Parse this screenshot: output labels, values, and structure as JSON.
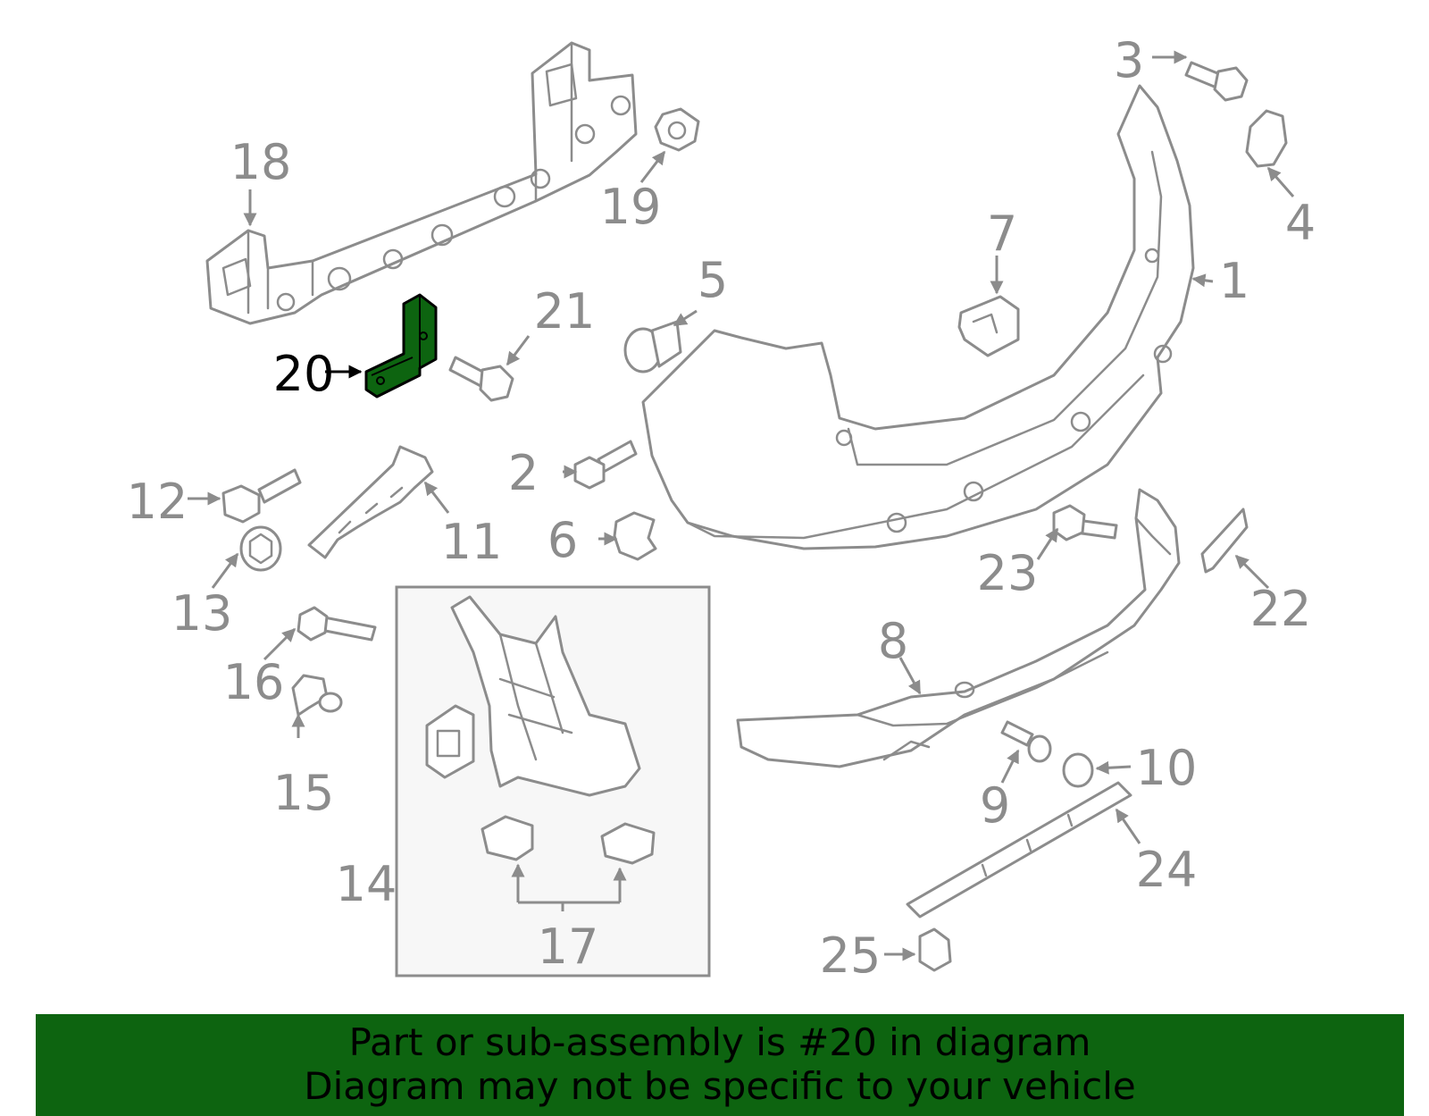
{
  "colors": {
    "highlight": "#0d6410",
    "line": "#8c8c8c",
    "banner": "#0d6410"
  },
  "labels": {
    "p1": "1",
    "p2": "2",
    "p3": "3",
    "p4": "4",
    "p5": "5",
    "p6": "6",
    "p7": "7",
    "p8": "8",
    "p9": "9",
    "p10": "10",
    "p11": "11",
    "p12": "12",
    "p13": "13",
    "p14": "14",
    "p15": "15",
    "p16": "16",
    "p17": "17",
    "p18": "18",
    "p19": "19",
    "p20": "20",
    "p21": "21",
    "p22": "22",
    "p23": "23",
    "p24": "24",
    "p25": "25"
  },
  "highlighted_part": "20",
  "banner": {
    "line1": "Part or sub-assembly is #20 in diagram",
    "line2": "Diagram may not be specific to your vehicle"
  }
}
